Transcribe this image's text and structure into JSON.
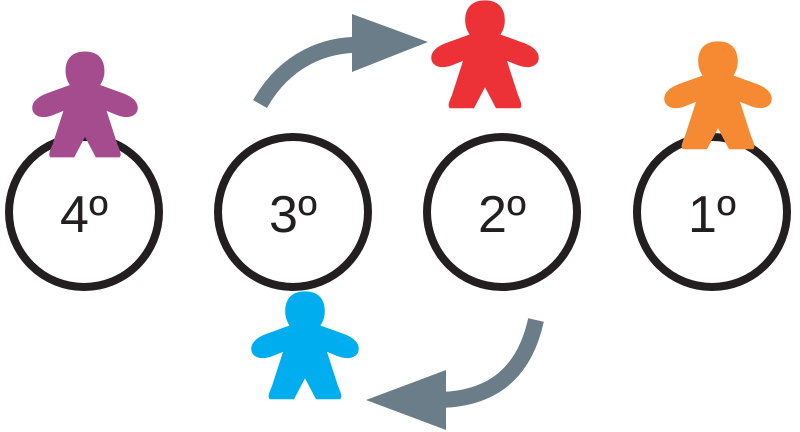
{
  "slots": [
    {
      "label": "4º"
    },
    {
      "label": "3º"
    },
    {
      "label": "2º"
    },
    {
      "label": "1º"
    }
  ],
  "meeples": [
    {
      "name": "purple",
      "color": "#a44c8e"
    },
    {
      "name": "red",
      "color": "#ed3237"
    },
    {
      "name": "orange",
      "color": "#f58a33"
    },
    {
      "name": "blue",
      "color": "#00aeef"
    }
  ],
  "colors": {
    "ring": "#231f20",
    "arrow": "#6b7d88"
  }
}
